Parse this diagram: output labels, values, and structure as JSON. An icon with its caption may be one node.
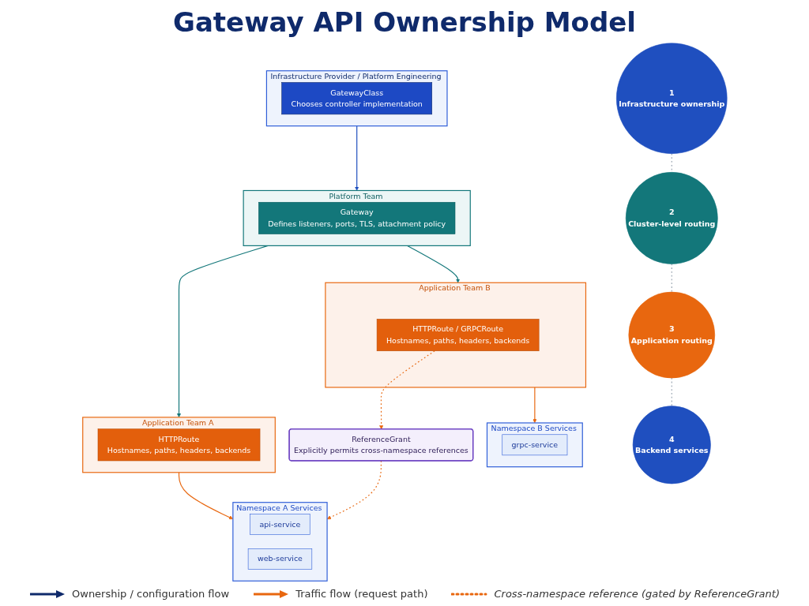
{
  "diagram": {
    "title": "Gateway API Ownership Model",
    "nodes": [
      {
        "text": [
          "1",
          "Infrastructure ownership"
        ]
      },
      {
        "text": [
          "2",
          "Cluster-level routing"
        ]
      },
      {
        "text": [
          "3",
          "Application routing"
        ]
      },
      {
        "text": [
          "4",
          "Backend services"
        ]
      },
      {
        "text": [
          "Infrastructure Provider / Platform Engineering"
        ]
      },
      {
        "text": [
          "GatewayClass",
          "Chooses controller implementation"
        ],
        "in": 4
      },
      {
        "text": [
          "Platform Team"
        ]
      },
      {
        "text": [
          "Gateway",
          "Defines listeners, ports, TLS, attachment policy"
        ],
        "in": 6
      },
      {
        "text": [
          "Application Team A"
        ]
      },
      {
        "text": [
          "HTTPRoute",
          "Hostnames, paths, headers, backends"
        ],
        "in": 8
      },
      {
        "text": [
          "Application Team B"
        ]
      },
      {
        "text": [
          "HTTPRoute / GRPCRoute",
          "Hostnames, paths, headers, backends"
        ],
        "in": 10
      },
      {
        "text": [
          "ReferenceGrant",
          "Explicitly permits cross-namespace references"
        ]
      },
      {
        "text": [
          "Namespace A Services"
        ]
      },
      {
        "text": [
          "api-service"
        ],
        "in": 13
      },
      {
        "text": [
          "web-service"
        ],
        "in": 13
      },
      {
        "text": [
          "Namespace B Services"
        ]
      },
      {
        "text": [
          "grpc-service"
        ],
        "in": 16
      }
    ],
    "edges": [
      {
        "from": 0,
        "to": 1,
        "arrow": "none",
        "style": "dashed",
        "color": "#9aa5b1"
      },
      {
        "from": 1,
        "to": 2,
        "arrow": "none",
        "style": "dashed",
        "color": "#9aa5b1"
      },
      {
        "from": 2,
        "to": 3,
        "arrow": "none",
        "style": "dashed",
        "color": "#9aa5b1"
      },
      {
        "from": 4,
        "to": 6,
        "arrow": "to",
        "color": "#1f4fbf"
      },
      {
        "from": 6,
        "to": 8,
        "arrow": "to",
        "color": "#13777a"
      },
      {
        "from": 6,
        "to": 10,
        "arrow": "to",
        "color": "#13777a"
      },
      {
        "from": 8,
        "to": 13,
        "arrow": "to",
        "color": "#e8670f"
      },
      {
        "from": 10,
        "to": 16,
        "arrow": "to",
        "color": "#e8670f"
      },
      {
        "from": 11,
        "to": 12,
        "arrow": "to",
        "style": "dashed",
        "color": "#e8670f"
      },
      {
        "from": 12,
        "to": 13,
        "arrow": "to",
        "style": "dashed",
        "color": "#e8670f"
      }
    ],
    "legend": [
      {
        "text": "Ownership / configuration flow"
      },
      {
        "text": "Traffic flow (request path)"
      },
      {
        "text": "Cross-namespace reference (gated by ReferenceGrant)"
      }
    ]
  }
}
